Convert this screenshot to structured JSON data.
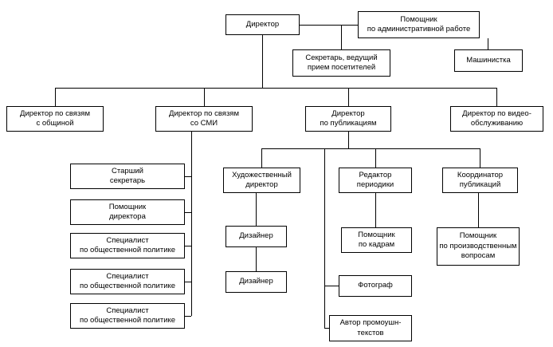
{
  "nodes": {
    "director": "Директор",
    "admin_assistant": "Помощник\nпо административной работе",
    "secretary": "Секретарь, ведущий\nприем посетителей",
    "typist": "Машинистка",
    "dir_community": "Директор по связям\nс общиной",
    "dir_media": "Директор по связям\nсо СМИ",
    "dir_publications": "Директор\nпо публикациям",
    "dir_video": "Директор по видео-\nобслуживанию",
    "senior_secretary": "Старший\nсекретарь",
    "director_assistant": "Помощник\nдиректора",
    "policy_specialist": "Специалист\nпо общественной политике",
    "art_director": "Художественный\nдиректор",
    "periodicals_editor": "Редактор\nпериодики",
    "pub_coordinator": "Координатор\nпубликаций",
    "designer": "Дизайнер",
    "hr_assistant": "Помощник\nпо кадрам",
    "photographer": "Фотограф",
    "promo_author": "Автор промоушн-\nтекстов",
    "production_assistant": "Помощник\nпо производственным\nвопросам"
  },
  "hierarchy": [
    {
      "parent": "Директор",
      "children": [
        "Помощник по административной работе",
        "Секретарь, ведущий прием посетителей",
        "Директор по связям с общиной",
        "Директор по связям со СМИ",
        "Директор по публикациям",
        "Директор по видео-обслуживанию"
      ]
    },
    {
      "parent": "Помощник по административной работе",
      "children": [
        "Машинистка"
      ]
    },
    {
      "parent": "Директор по связям со СМИ",
      "children": [
        "Старший секретарь",
        "Помощник директора",
        "Специалист по общественной политике",
        "Специалист по общественной политике",
        "Специалист по общественной политике"
      ]
    },
    {
      "parent": "Директор по публикациям",
      "children": [
        "Художественный директор",
        "Редактор периодики",
        "Координатор публикаций",
        "Фотограф",
        "Автор промоушн-текстов"
      ]
    },
    {
      "parent": "Художественный директор",
      "children": [
        "Дизайнер",
        "Дизайнер"
      ]
    },
    {
      "parent": "Редактор периодики",
      "children": [
        "Помощник по кадрам"
      ]
    },
    {
      "parent": "Координатор публикаций",
      "children": [
        "Помощник по производственным вопросам"
      ]
    }
  ],
  "colors": {
    "box_border": "#000000",
    "box_background": "#ffffff",
    "connector": "#000000",
    "page_background": "#ffffff"
  }
}
